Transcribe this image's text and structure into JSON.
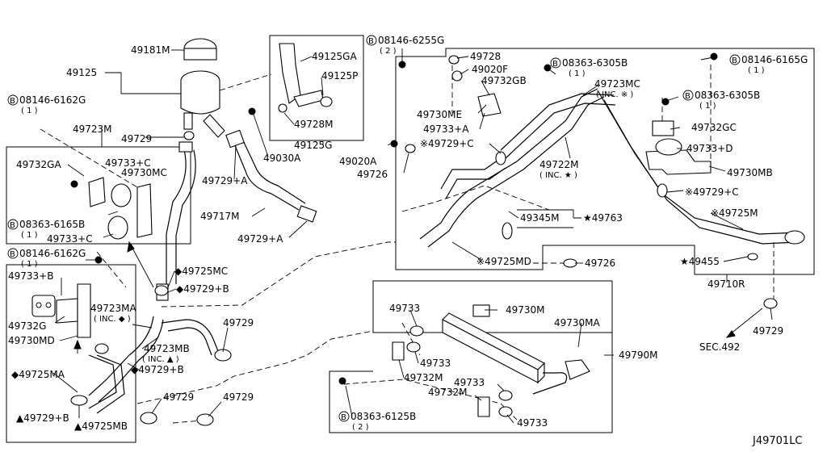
{
  "diagram": {
    "code": "J49701LC",
    "labels": {
      "p49181M": "49181M",
      "p49125": "49125",
      "b08146_6162G_a": "08146-6162G",
      "q1_a": "( 1 )",
      "p49723M": "49723M",
      "p49729_top": "49729",
      "p49732GA": "49732GA",
      "p49733C_a": "49733+C",
      "p49730MC": "49730MC",
      "b08363_6165B": "08363-6165B",
      "q1_b": "( 1 )",
      "p49733C_b": "49733+C",
      "b08146_6162G_b": "08146-6162G",
      "q1_c": "( 1 )",
      "p49733B": "49733+B",
      "p49732G": "49732G",
      "p49730MD": "49730MD",
      "p49725MA": "◆49725MA",
      "p49729B_a": "▲49729+B",
      "p49725MB": "▲49725MB",
      "p49723MA": "49723MA",
      "inc_diamond": "( INC. ◆ )",
      "p49723MB": "49723MB",
      "inc_triangle": "( INC. ▲ )",
      "p49729B_b": "◆49729+B",
      "p49725MC": "◆49725MC",
      "p49729B_c": "◆49729+B",
      "p49729_mid": "49729",
      "p49729_bot1": "49729",
      "p49729_bot2": "49729",
      "p49717M": "49717M",
      "p49729A_a": "49729+A",
      "p49729A_b": "49729+A",
      "p49125GA": "49125GA",
      "p49125P": "49125P",
      "p49728M": "49728M",
      "p49125G": "49125G",
      "p49030A": "49030A",
      "b08146_6255G": "08146-6255G",
      "q2_a": "( 2 )",
      "p49728": "49728",
      "p49020F": "49020F",
      "p49732GB": "49732GB",
      "p49730ME": "49730ME",
      "p49733A": "49733+A",
      "p49729C_a": "※49729+C",
      "p49020A": "49020A",
      "p49726_a": "49726",
      "b08363_6305B_a": "08363-6305B",
      "q1_d": "( 1 )",
      "p49723MC": "49723MC",
      "inc_ast": "( INC. ※ )",
      "p49722M": "49722M",
      "inc_star": "( INC. ★ )",
      "p49345M": "49345M",
      "p49763": "★49763",
      "p49725MD": "※49725MD",
      "p49726_b": "49726",
      "b08146_6165G": "08146-6165G",
      "q1_e": "( 1 )",
      "b08363_6305B_b": "08363-6305B",
      "q1_f": "( 1 )",
      "p49732GC": "49732GC",
      "p49733D": "49733+D",
      "p49730MB": "49730MB",
      "p49729C_b": "※49729+C",
      "p49725M": "※49725M",
      "p49455": "★49455",
      "p49710R": "49710R",
      "p49729_right": "49729",
      "sec492": "SEC.492",
      "p49733_a": "49733",
      "p49730M": "49730M",
      "p49730MA": "49730MA",
      "p49790M": "49790M",
      "p49733_b": "49733",
      "p49732M_a": "49732M",
      "p49733_c": "49733",
      "p49732M_b": "49732M",
      "p49733_d": "49733",
      "b08363_6125B": "08363-6125B",
      "q2_b": "( 2 )"
    }
  }
}
